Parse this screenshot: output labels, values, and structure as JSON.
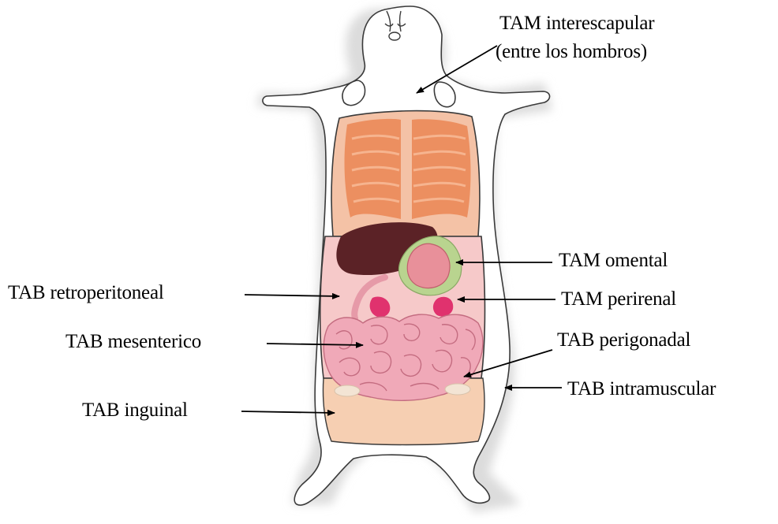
{
  "labels": {
    "tam_interescapular_line1": "TAM interescapular",
    "tam_interescapular_line2": "(entre los hombros)",
    "tam_omental": "TAM omental",
    "tam_perirenal": "TAM perirenal",
    "tab_retroperitoneal": "TAB retroperitoneal",
    "tab_mesenterico": "TAB mesenterico",
    "tab_perigonadal": "TAB perigonadal",
    "tab_intramuscular": "TAB intramuscular",
    "tab_inguinal": "TAB inguinal"
  },
  "colors": {
    "background": "#ffffff",
    "body_outline": "#3a3a3a",
    "fur_shadow": "#d9d9d9",
    "thoracic_cavity": "#f4c2a6",
    "ribcage": "#ec8f60",
    "abdominal_cavity": "#f6c9c9",
    "liver": "#5b2226",
    "stomach": "#e8909a",
    "intestines": "#f0a9b8",
    "kidney": "#e0326e",
    "inguinal_fat": "#f6cfb2",
    "arrow": "#000000"
  }
}
